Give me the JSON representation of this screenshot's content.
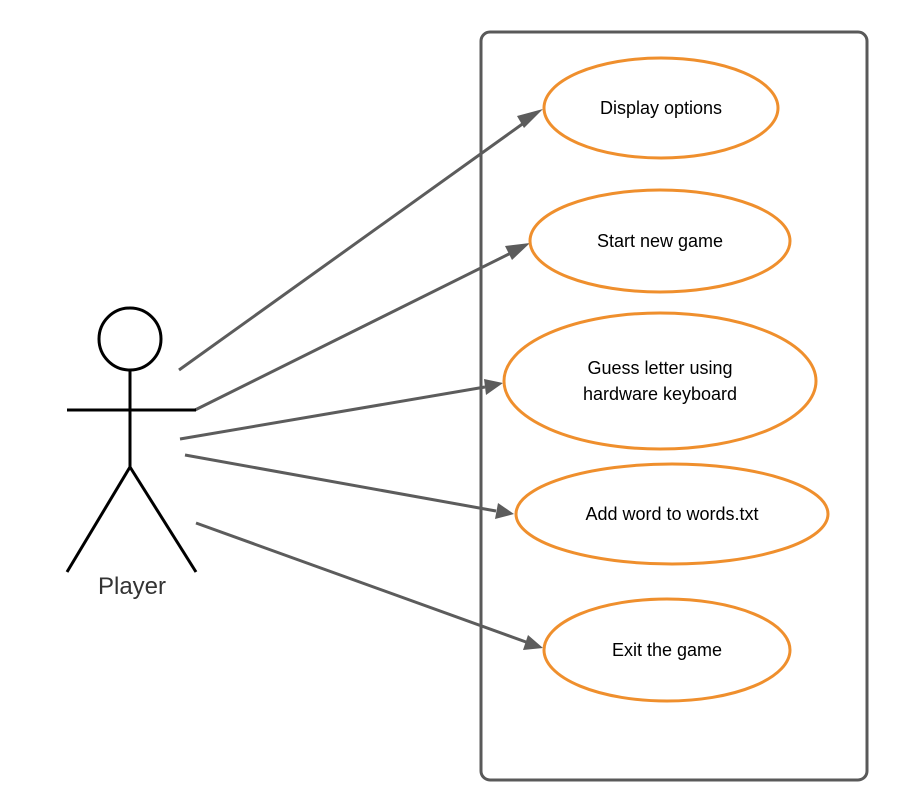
{
  "diagram": {
    "type": "use-case",
    "actor": {
      "label": "Player"
    },
    "use_cases": [
      {
        "id": "display-options",
        "lines": [
          "Display options"
        ]
      },
      {
        "id": "start-new-game",
        "lines": [
          "Start new game"
        ]
      },
      {
        "id": "guess-letter",
        "lines": [
          "Guess letter using",
          "hardware keyboard"
        ]
      },
      {
        "id": "add-word",
        "lines": [
          "Add word to words.txt"
        ]
      },
      {
        "id": "exit-game",
        "lines": [
          "Exit the game"
        ]
      }
    ],
    "associations": [
      {
        "from": "Player",
        "to": "display-options"
      },
      {
        "from": "Player",
        "to": "start-new-game"
      },
      {
        "from": "Player",
        "to": "guess-letter"
      },
      {
        "from": "Player",
        "to": "add-word"
      },
      {
        "from": "Player",
        "to": "exit-game"
      }
    ]
  },
  "colors": {
    "use_case_border": "#ef8f2d",
    "system_border": "#595959",
    "association_line": "#5c5c5c",
    "actor_stroke": "#000000"
  }
}
